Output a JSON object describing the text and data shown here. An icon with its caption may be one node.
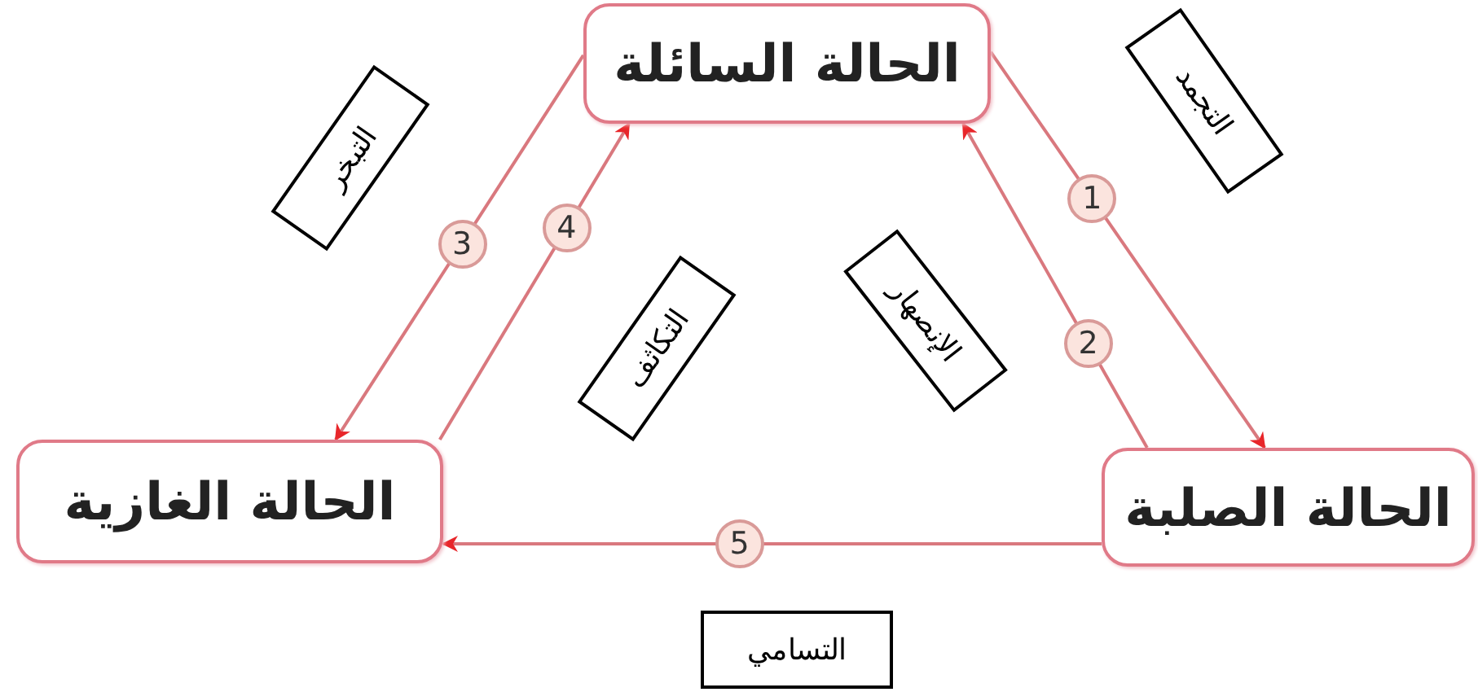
{
  "diagram": {
    "nodes": [
      {
        "text": [
          "الحالة السائلة"
        ]
      },
      {
        "text": [
          "الحالة الغازية"
        ]
      },
      {
        "text": [
          "الحالة الصلبة"
        ]
      },
      {
        "text": [
          "التبخر"
        ]
      },
      {
        "text": [
          "التكاثف"
        ]
      },
      {
        "text": [
          "الإنصهار"
        ]
      },
      {
        "text": [
          "التجمد"
        ]
      },
      {
        "text": [
          "التسامي"
        ]
      }
    ],
    "edges": [
      {
        "from": 0,
        "to": 2,
        "arrow": "to",
        "label": "1"
      },
      {
        "from": 2,
        "to": 0,
        "arrow": "to",
        "label": "2"
      },
      {
        "from": 0,
        "to": 1,
        "arrow": "to",
        "label": "3"
      },
      {
        "from": 1,
        "to": 0,
        "arrow": "to",
        "label": "4"
      },
      {
        "from": 2,
        "to": 1,
        "arrow": "to",
        "label": "5"
      }
    ]
  }
}
